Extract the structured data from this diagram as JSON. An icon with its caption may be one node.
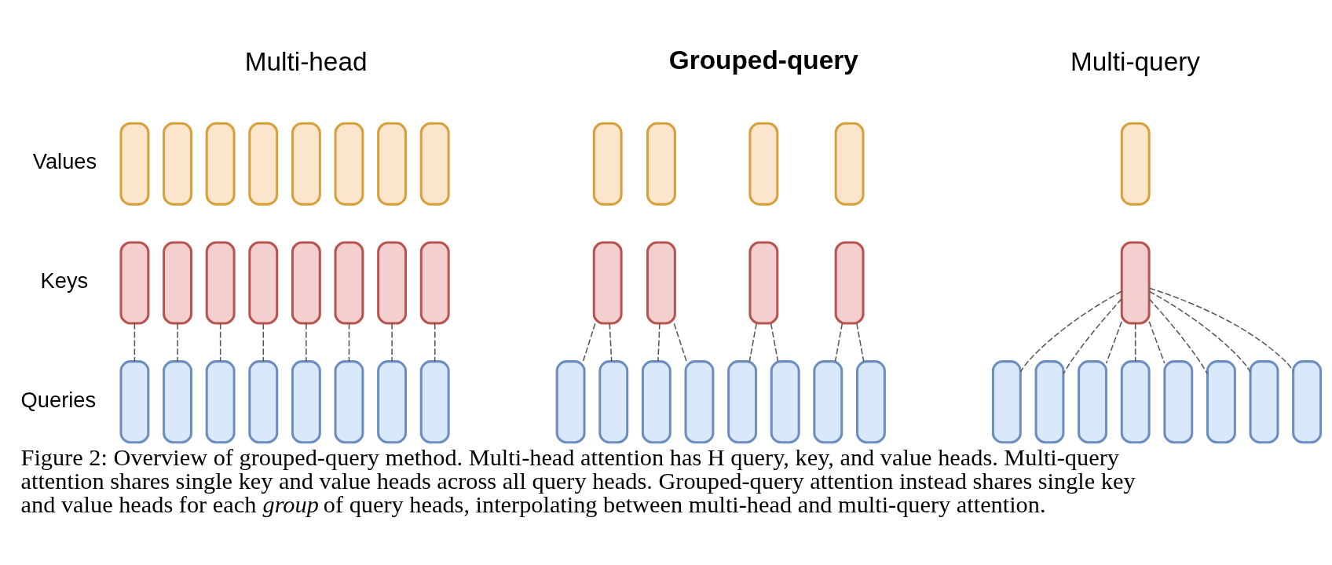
{
  "diagram": {
    "caption": "Figure 2: Overview of grouped-query method. Multi-head attention has H query, key, and value heads. Multi-query attention shares single key and value heads across all query heads. Grouped-query attention instead shares single key and value heads for each *group* of query heads, interpolating between multi-head and multi-query attention.",
    "nodes": [
      {
        "text": [],
        "shape": "box"
      },
      {
        "text": [],
        "shape": "box"
      },
      {
        "text": [],
        "shape": "box"
      },
      {
        "text": [],
        "shape": "box"
      },
      {
        "text": [],
        "shape": "box"
      },
      {
        "text": [],
        "shape": "box"
      },
      {
        "text": [],
        "shape": "box"
      },
      {
        "text": [],
        "shape": "box"
      },
      {
        "text": [],
        "shape": "box"
      },
      {
        "text": [],
        "shape": "box"
      },
      {
        "text": [],
        "shape": "box"
      },
      {
        "text": [],
        "shape": "box"
      },
      {
        "text": [],
        "shape": "box"
      },
      {
        "text": [],
        "shape": "box"
      },
      {
        "text": [],
        "shape": "box"
      },
      {
        "text": [],
        "shape": "box"
      },
      {
        "text": [],
        "shape": "box"
      },
      {
        "text": [],
        "shape": "box"
      },
      {
        "text": [],
        "shape": "box"
      },
      {
        "text": [],
        "shape": "box"
      },
      {
        "text": [],
        "shape": "box"
      },
      {
        "text": [],
        "shape": "box"
      },
      {
        "text": [],
        "shape": "box"
      },
      {
        "text": [],
        "shape": "box"
      },
      {
        "text": [],
        "shape": "box"
      },
      {
        "text": [],
        "shape": "box"
      },
      {
        "text": [],
        "shape": "box"
      },
      {
        "text": [],
        "shape": "box"
      },
      {
        "text": [],
        "shape": "box"
      },
      {
        "text": [],
        "shape": "box"
      },
      {
        "text": [],
        "shape": "box"
      },
      {
        "text": [],
        "shape": "box"
      },
      {
        "text": [],
        "shape": "box"
      },
      {
        "text": [],
        "shape": "box"
      },
      {
        "text": [],
        "shape": "box"
      },
      {
        "text": [],
        "shape": "box"
      },
      {
        "text": [],
        "shape": "box"
      },
      {
        "text": [],
        "shape": "box"
      },
      {
        "text": [],
        "shape": "box"
      },
      {
        "text": [],
        "shape": "box"
      },
      {
        "text": [],
        "shape": "box"
      },
      {
        "text": [],
        "shape": "box"
      },
      {
        "text": [],
        "shape": "box"
      },
      {
        "text": [],
        "shape": "box"
      },
      {
        "text": [],
        "shape": "box"
      },
      {
        "text": [],
        "shape": "box"
      },
      {
        "text": [],
        "shape": "box"
      },
      {
        "text": [],
        "shape": "box"
      },
      {
        "text": [],
        "shape": "box"
      },
      {
        "text": [],
        "shape": "box"
      }
    ],
    "edges": [
      {
        "from": 8,
        "to": 16,
        "arrow": "none",
        "style": "dashed"
      },
      {
        "from": 9,
        "to": 17,
        "arrow": "none",
        "style": "dashed"
      },
      {
        "from": 10,
        "to": 18,
        "arrow": "none",
        "style": "dashed"
      },
      {
        "from": 11,
        "to": 19,
        "arrow": "none",
        "style": "dashed"
      },
      {
        "from": 12,
        "to": 20,
        "arrow": "none",
        "style": "dashed"
      },
      {
        "from": 13,
        "to": 21,
        "arrow": "none",
        "style": "dashed"
      },
      {
        "from": 14,
        "to": 22,
        "arrow": "none",
        "style": "dashed"
      },
      {
        "from": 15,
        "to": 23,
        "arrow": "none",
        "style": "dashed"
      },
      {
        "from": 28,
        "to": 32,
        "arrow": "none",
        "style": "dashed"
      },
      {
        "from": 28,
        "to": 33,
        "arrow": "none",
        "style": "dashed"
      },
      {
        "from": 29,
        "to": 34,
        "arrow": "none",
        "style": "dashed"
      },
      {
        "from": 29,
        "to": 35,
        "arrow": "none",
        "style": "dashed"
      },
      {
        "from": 30,
        "to": 36,
        "arrow": "none",
        "style": "dashed"
      },
      {
        "from": 30,
        "to": 37,
        "arrow": "none",
        "style": "dashed"
      },
      {
        "from": 31,
        "to": 38,
        "arrow": "none",
        "style": "dashed"
      },
      {
        "from": 31,
        "to": 39,
        "arrow": "none",
        "style": "dashed"
      },
      {
        "from": 41,
        "to": 42,
        "arrow": "none",
        "style": "dashed"
      },
      {
        "from": 41,
        "to": 43,
        "arrow": "none",
        "style": "dashed"
      },
      {
        "from": 41,
        "to": 44,
        "arrow": "none",
        "style": "dashed"
      },
      {
        "from": 41,
        "to": 45,
        "arrow": "none",
        "style": "dashed"
      },
      {
        "from": 41,
        "to": 46,
        "arrow": "none",
        "style": "dashed"
      },
      {
        "from": 41,
        "to": 47,
        "arrow": "none",
        "style": "dashed"
      },
      {
        "from": 41,
        "to": 48,
        "arrow": "none",
        "style": "dashed"
      },
      {
        "from": 41,
        "to": 49,
        "arrow": "none",
        "style": "dashed"
      }
    ],
    "labels": [
      "Multi-head",
      "Grouped-query",
      "Multi-query",
      "Values",
      "Keys",
      "Queries"
    ]
  }
}
